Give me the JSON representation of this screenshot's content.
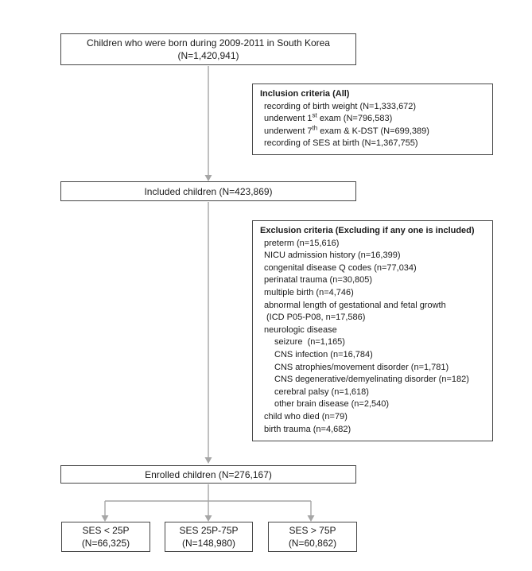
{
  "colors": {
    "box_border": "#474747",
    "arrow": "#a6a6a6",
    "text": "#1a1a1a",
    "background": "#ffffff"
  },
  "nodes": {
    "population": {
      "line1": "Children who were born during 2009-2011 in South Korea",
      "line2": "(N=1,420,941)"
    },
    "included": {
      "label": "Included children (N=423,869)"
    },
    "enrolled": {
      "label": "Enrolled children (N=276,167)"
    },
    "ses_low": {
      "line1": "SES < 25P",
      "line2": "(N=66,325)"
    },
    "ses_mid": {
      "line1": "SES 25P-75P",
      "line2": "(N=148,980)"
    },
    "ses_high": {
      "line1": "SES > 75P",
      "line2": "(N=60,862)"
    }
  },
  "inclusion": {
    "title": "Inclusion criteria (All)",
    "items": [
      {
        "indent": 0,
        "parts": [
          {
            "t": "recording of birth weight (N=1,333,672)"
          }
        ]
      },
      {
        "indent": 0,
        "parts": [
          {
            "t": "underwent 1"
          },
          {
            "t": "st",
            "sup": true
          },
          {
            "t": " exam (N=796,583)"
          }
        ]
      },
      {
        "indent": 0,
        "parts": [
          {
            "t": "underwent 7"
          },
          {
            "t": "th",
            "sup": true
          },
          {
            "t": " exam & K-DST (N=699,389)"
          }
        ]
      },
      {
        "indent": 0,
        "parts": [
          {
            "t": "recording of SES at birth (N=1,367,755)"
          }
        ]
      }
    ]
  },
  "exclusion": {
    "title": "Exclusion criteria (Excluding if any one is included)",
    "items": [
      {
        "indent": 0,
        "parts": [
          {
            "t": "preterm (n=15,616)"
          }
        ]
      },
      {
        "indent": 0,
        "parts": [
          {
            "t": "NICU admission history (n=16,399)"
          }
        ]
      },
      {
        "indent": 0,
        "parts": [
          {
            "t": "congenital disease Q codes (n=77,034)"
          }
        ]
      },
      {
        "indent": 0,
        "parts": [
          {
            "t": "perinatal trauma (n=30,805)"
          }
        ]
      },
      {
        "indent": 0,
        "parts": [
          {
            "t": "multiple birth (n=4,746)"
          }
        ]
      },
      {
        "indent": 0,
        "parts": [
          {
            "t": "abnormal length of gestational and fetal growth"
          }
        ]
      },
      {
        "indent": 1,
        "parts": [
          {
            "t": "(ICD P05-P08, n=17,586)"
          }
        ]
      },
      {
        "indent": 0,
        "parts": [
          {
            "t": "neurologic disease"
          }
        ]
      },
      {
        "indent": 2,
        "parts": [
          {
            "t": "seizure  (n=1,165)"
          }
        ]
      },
      {
        "indent": 2,
        "parts": [
          {
            "t": "CNS infection (n=16,784)"
          }
        ]
      },
      {
        "indent": 2,
        "parts": [
          {
            "t": "CNS atrophies/movement disorder (n=1,781)"
          }
        ]
      },
      {
        "indent": 2,
        "parts": [
          {
            "t": "CNS degenerative/demyelinating disorder (n=182)"
          }
        ]
      },
      {
        "indent": 2,
        "parts": [
          {
            "t": "cerebral palsy (n=1,618)"
          }
        ]
      },
      {
        "indent": 2,
        "parts": [
          {
            "t": "other brain disease (n=2,540)"
          }
        ]
      },
      {
        "indent": 0,
        "parts": [
          {
            "t": "child who died (n=79)"
          }
        ]
      },
      {
        "indent": 0,
        "parts": [
          {
            "t": "birth trauma (n=4,682)"
          }
        ]
      }
    ]
  }
}
